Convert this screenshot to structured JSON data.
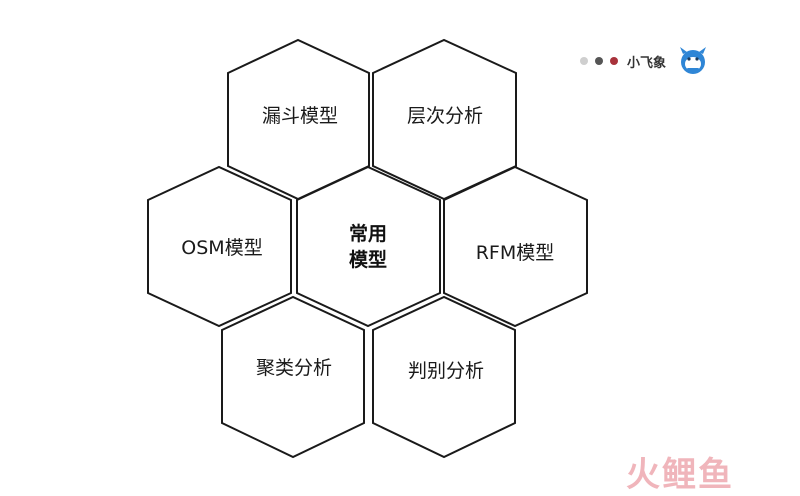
{
  "diagram": {
    "center": {
      "line1": "常用",
      "line2": "模型"
    },
    "hexagons": [
      {
        "id": "funnel",
        "label": "漏斗模型"
      },
      {
        "id": "hierarchy",
        "label": "层次分析"
      },
      {
        "id": "osm",
        "label": "OSM模型"
      },
      {
        "id": "rfm",
        "label": "RFM模型"
      },
      {
        "id": "clustering",
        "label": "聚类分析"
      },
      {
        "id": "discriminant",
        "label": "判别分析"
      }
    ]
  },
  "brand": {
    "name": "小飞象",
    "dot_colors": [
      "#cfcfcf",
      "#555555",
      "#a8323b"
    ],
    "mascot_icon": "elephant-mascot-icon",
    "mascot_color": "#2f86d6"
  },
  "watermark": {
    "text": "火鲤鱼"
  }
}
